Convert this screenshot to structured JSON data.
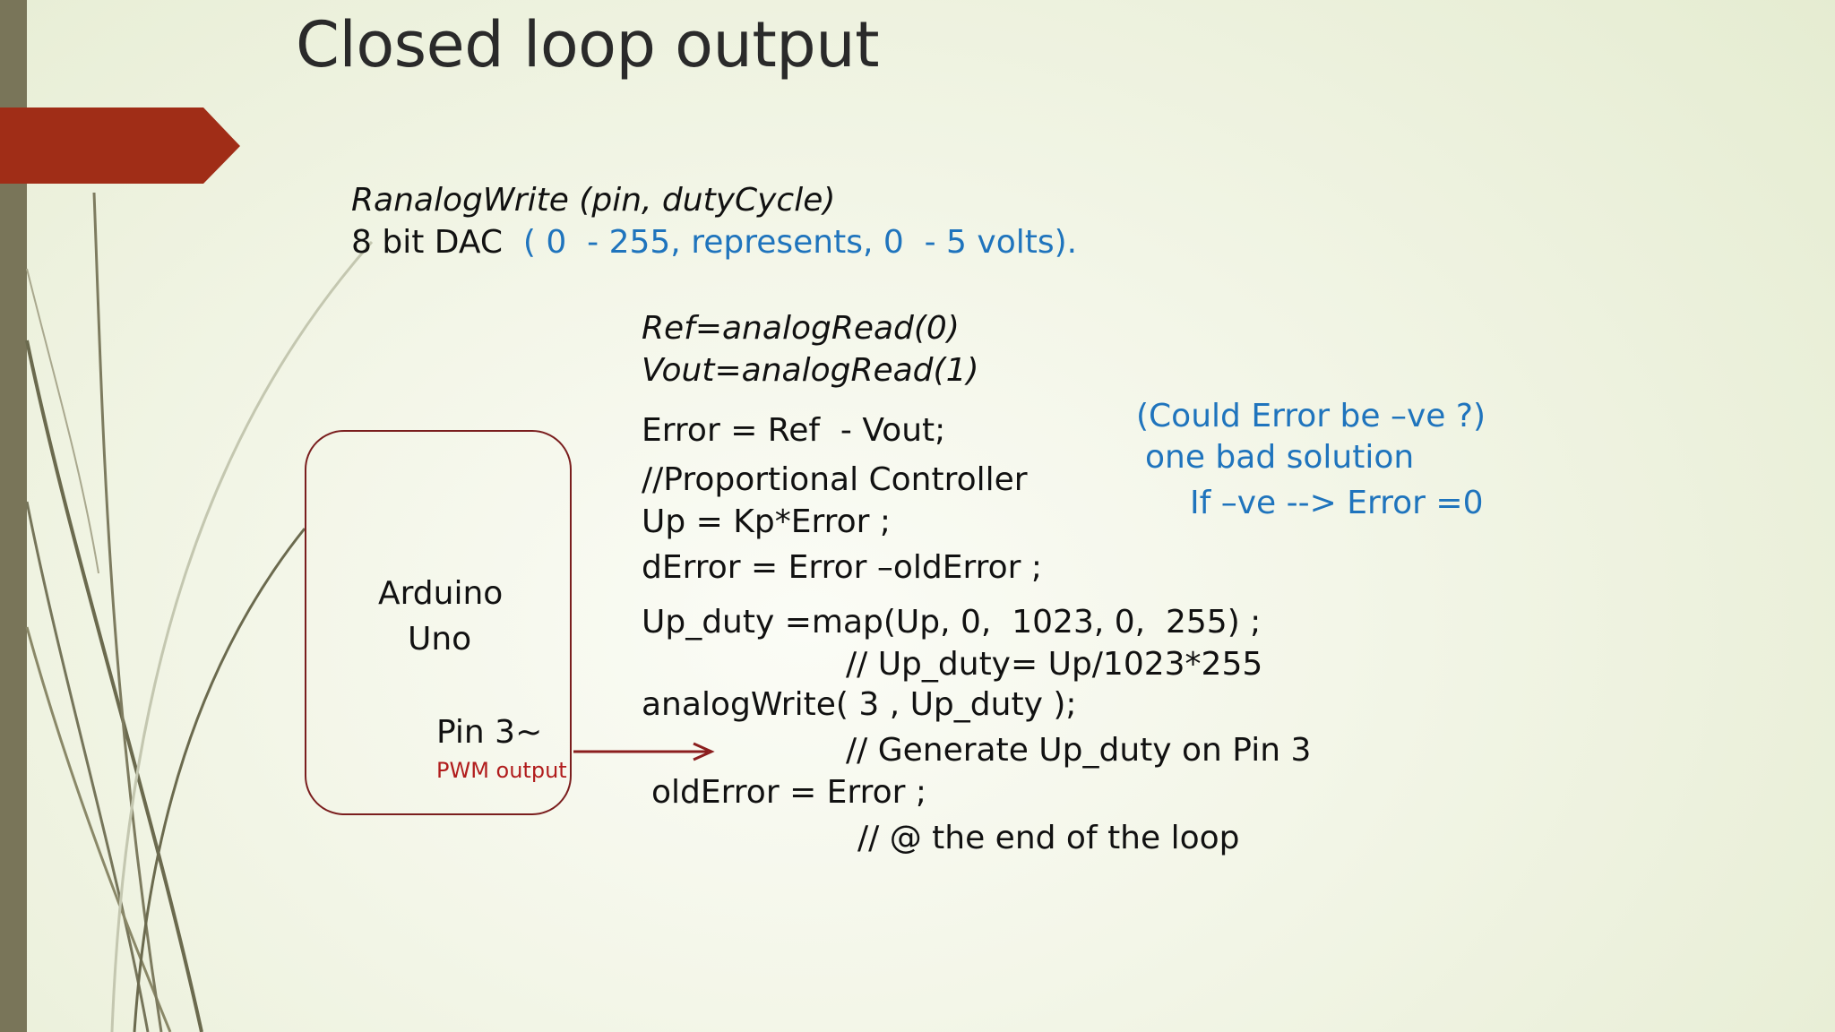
{
  "slide": {
    "title": "Closed loop output",
    "function_signature": "RanalogWrite (pin, dutyCycle)",
    "dac_label": "8 bit DAC",
    "dac_range": "( 0  - 255, represents, 0  - 5 volts)."
  },
  "code": {
    "ref_line": "Ref=analogRead(0)",
    "vout_line": "Vout=analogRead(1)",
    "error_line": "Error = Ref  - Vout;",
    "controller_comment": "//Proportional Controller",
    "up_line": "Up = Kp*Error ;",
    "derror_line": "dError = Error –oldError ;",
    "map_line": "Up_duty =map(Up, 0,  1023, 0,  255) ;",
    "map_comment": "// Up_duty= Up/1023*255",
    "write_line": "analogWrite( 3 , Up_duty );",
    "write_comment": "// Generate Up_duty on Pin 3",
    "old_error_line": "oldError = Error ;",
    "end_comment": "// @ the end of the loop"
  },
  "notes": {
    "question": "(Could Error be –ve ?)",
    "solution": "one bad solution",
    "rule": "If –ve --> Error =0"
  },
  "diagram": {
    "board_line1": "Arduino",
    "board_line2": "Uno",
    "pin_label": "Pin 3~",
    "pwm_label": "PWM output"
  },
  "colors": {
    "accent_red": "#a02d17",
    "note_blue": "#1f74bd",
    "box_border": "#7a1e1e",
    "left_bar": "#797559"
  }
}
